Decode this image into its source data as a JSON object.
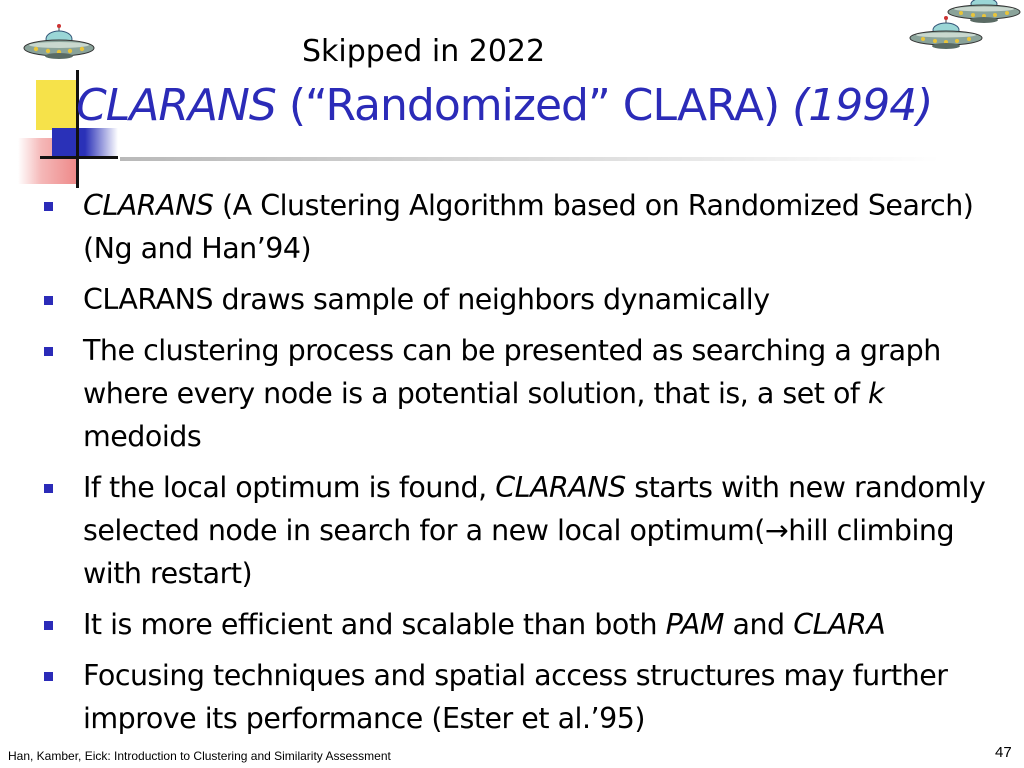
{
  "header": {
    "note": "Skipped in 2022",
    "title_italic_start": "CLARANS",
    "title_middle": " “Randomized” CLARA) ",
    "title_open_paren": "(",
    "title_italic_end": "(1994)"
  },
  "bullets": [
    {
      "parts": [
        {
          "t": "CLARANS",
          "i": true
        },
        {
          "t": " (A Clustering Algorithm based on Randomized Search)  (Ng and Han’94)",
          "i": false
        }
      ]
    },
    {
      "parts": [
        {
          "t": "CLARANS draws sample of neighbors dynamically",
          "i": false
        }
      ]
    },
    {
      "parts": [
        {
          "t": "The clustering process can be presented as searching a graph where every node is a potential solution, that is, a set of ",
          "i": false
        },
        {
          "t": "k",
          "i": true
        },
        {
          "t": " medoids",
          "i": false
        }
      ]
    },
    {
      "parts": [
        {
          "t": "If the local optimum is found, ",
          "i": false
        },
        {
          "t": "CLARANS",
          "i": true
        },
        {
          "t": " starts with new randomly selected node in search for a new local optimum(→hill climbing with restart)",
          "i": false
        }
      ]
    },
    {
      "parts": [
        {
          "t": "It is more efficient and scalable than both ",
          "i": false
        },
        {
          "t": "PAM",
          "i": true
        },
        {
          "t": " and ",
          "i": false
        },
        {
          "t": "CLARA",
          "i": true
        }
      ]
    },
    {
      "parts": [
        {
          "t": "Focusing techniques and spatial access structures may further improve its performance (Ester et al.’95)",
          "i": false
        }
      ]
    }
  ],
  "footer": {
    "citation": "Han, Kamber, Eick: Introduction to Clustering and Similarity Assessment",
    "page_number": "47"
  },
  "colors": {
    "title": "#2b2bb8",
    "bullet_marker": "#2b2bb8"
  },
  "icons": [
    "ufo-icon",
    "ufo-icon",
    "ufo-icon"
  ]
}
